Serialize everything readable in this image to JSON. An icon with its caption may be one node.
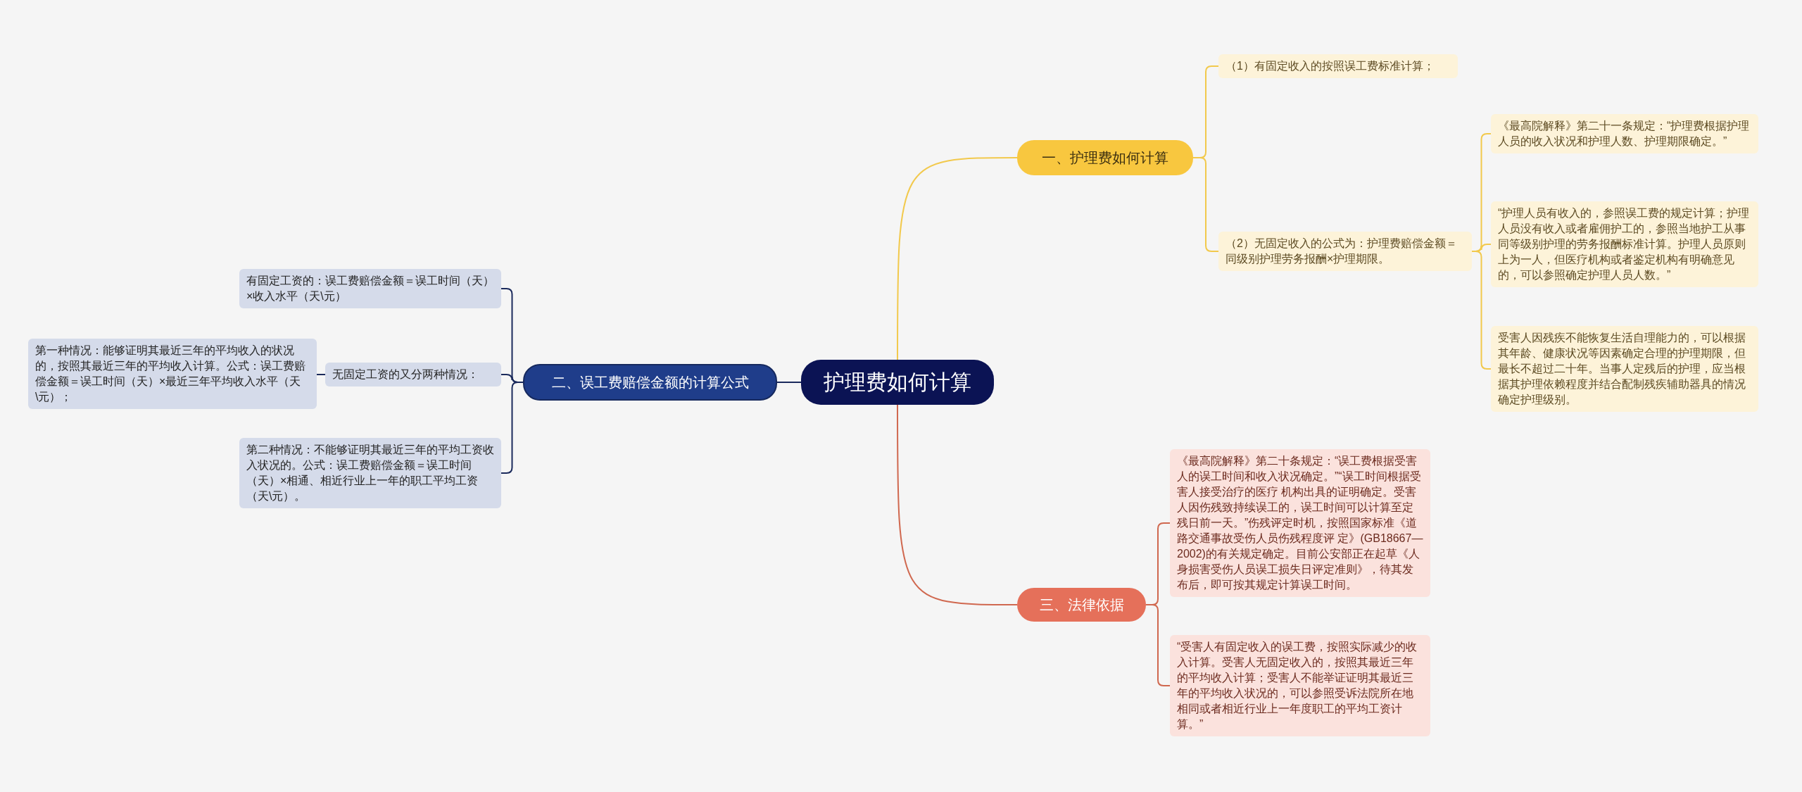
{
  "diagram": {
    "nodes": [
      {
        "text": [
          "护理费如何计算"
        ]
      },
      {
        "text": [
          "一、护理费如何计算"
        ]
      },
      {
        "text": [
          "（1）有固定收入的按照误工费标准计算；"
        ]
      },
      {
        "text": [
          "（2）无固定收入的公式为：护理费赔偿金额＝同级别护理劳务报酬×护理期限。"
        ]
      },
      {
        "text": [
          "《最高院解释》第二十一条规定：“护理费根据护理人员的收入状况和护理人数、护理期限确定。”"
        ]
      },
      {
        "text": [
          "“护理人员有收入的，参照误工费的规定计算；护理人员没有收入或者雇佣护工的，参照当地护工从事同等级别护理的劳务报酬标准计算。护理人员原则上为一人，但医疗机构或者鉴定机构有明确意见的，可以参照确定护理人员人数。”"
        ]
      },
      {
        "text": [
          "受害人因残疾不能恢复生活自理能力的，可以根据其年龄、健康状况等因素确定合理的护理期限，但最长不超过二十年。当事人定残后的护理，应当根据其护理依赖程度并结合配制残疾辅助器具的情况确定护理级别。"
        ]
      },
      {
        "text": [
          "二、误工费赔偿金额的计算公式"
        ]
      },
      {
        "text": [
          "有固定工资的：误工费赔偿金额＝误工时间（天）×收入水平（天\\元）"
        ]
      },
      {
        "text": [
          "无固定工资的又分两种情况："
        ]
      },
      {
        "text": [
          "第一种情况：能够证明其最近三年的平均收入的状况的，按照其最近三年的平均收入计算。公式：误工费赔偿金额＝误工时间（天）×最近三年平均收入水平（天\\元）；"
        ]
      },
      {
        "text": [
          "第二种情况：不能够证明其最近三年的平均工资收入状况的。公式：误工费赔偿金额＝误工时间（天）×相通、相近行业上一年的职工平均工资（天\\元）。"
        ]
      },
      {
        "text": [
          "三、法律依据"
        ]
      },
      {
        "text": [
          "《最高院解释》第二十条规定：“误工费根据受害人的误工时间和收入状况确定。”“误工时间根据受害人接受治疗的医疗 机构出具的证明确定。受害人因伤残致持续误工的，误工时间可以计算至定残日前一天。”伤残评定时机，按照国家标准《道路交通事故受伤人员伤残程度评 定》(GB18667—2002)的有关规定确定。目前公安部正在起草《人身损害受伤人员误工损失日评定准则》，待其发布后，即可按其规定计算误工时间。"
        ]
      },
      {
        "text": [
          "“受害人有固定收入的误工费，按照实际减少的收入计算。受害人无固定收入的，按照其最近三年的平均收入计算；受害人不能举证证明其最近三年的平均收入状况的，可以参照受诉法院所在地相同或者相近行业上一年度职工的平均工资计算。”"
        ]
      }
    ],
    "edges": [
      {
        "from": 0,
        "to": 1,
        "arrow": "none",
        "color": "#f2c94c"
      },
      {
        "from": 1,
        "to": 2,
        "arrow": "none",
        "color": "#f2c94c"
      },
      {
        "from": 1,
        "to": 3,
        "arrow": "none",
        "color": "#f2c94c"
      },
      {
        "from": 3,
        "to": 4,
        "arrow": "none",
        "color": "#f2c94c"
      },
      {
        "from": 3,
        "to": 5,
        "arrow": "none",
        "color": "#f2c94c"
      },
      {
        "from": 3,
        "to": 6,
        "arrow": "none",
        "color": "#f2c94c"
      },
      {
        "from": 0,
        "to": 7,
        "arrow": "none",
        "color": "#1b2a5c"
      },
      {
        "from": 7,
        "to": 8,
        "arrow": "none",
        "color": "#1b2a5c"
      },
      {
        "from": 7,
        "to": 9,
        "arrow": "none",
        "color": "#1b2a5c"
      },
      {
        "from": 9,
        "to": 10,
        "arrow": "none",
        "color": "#1b2a5c"
      },
      {
        "from": 7,
        "to": 11,
        "arrow": "none",
        "color": "#1b2a5c"
      },
      {
        "from": 0,
        "to": 12,
        "arrow": "none",
        "color": "#d0684f"
      },
      {
        "from": 12,
        "to": 13,
        "arrow": "none",
        "color": "#d0684f"
      },
      {
        "from": 12,
        "to": 14,
        "arrow": "none",
        "color": "#d0684f"
      }
    ]
  }
}
